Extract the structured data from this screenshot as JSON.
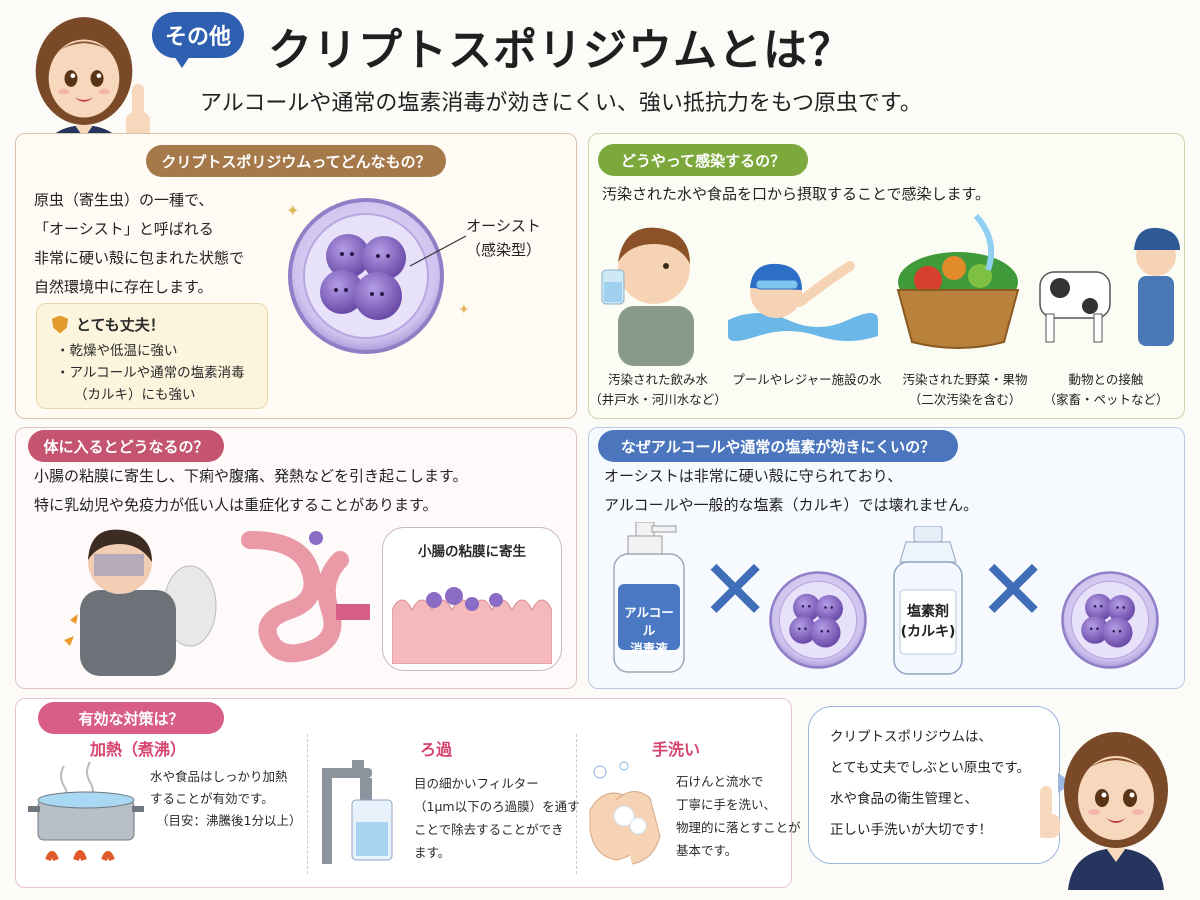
{
  "header": {
    "tag": "その他",
    "title": "クリプトスポリジウムとは？",
    "subtitle": "アルコールや通常の塩素消毒が効きにくい、強い抵抗力をもつ原虫です。"
  },
  "what": {
    "heading": "クリプトスポリジウムってどんなもの？",
    "lines": [
      "原虫（寄生虫）の一種で、",
      "「オーシスト」と呼ばれる",
      "非常に硬い殻に包まれた状態で",
      "自然環境中に存在します。"
    ],
    "oocyst_label_1": "オーシスト",
    "oocyst_label_2": "（感染型）",
    "strong_title": "とても丈夫！",
    "strong_items": [
      "・乾燥や低温に強い",
      "・アルコールや通常の塩素消毒",
      "（カルキ）にも強い"
    ]
  },
  "infection": {
    "heading": "どうやって感染するの？",
    "text": "汚染された水や食品を口から摂取することで感染します。",
    "routes": [
      {
        "line1": "汚染された飲み水",
        "line2": "（井戸水・河川水など）"
      },
      {
        "line1": "プールやレジャー施設の水",
        "line2": ""
      },
      {
        "line1": "汚染された野菜・果物",
        "line2": "（二次汚染を含む）"
      },
      {
        "line1": "動物との接触",
        "line2": "（家畜・ペットなど）"
      }
    ]
  },
  "body": {
    "heading": "体に入るとどうなるの？",
    "line1": "小腸の粘膜に寄生し、下痢や腹痛、発熱などを引き起こします。",
    "line2": "特に乳幼児や免疫力が低い人は重症化することがあります。",
    "zoom_label": "小腸の粘膜に寄生"
  },
  "why": {
    "heading": "なぜアルコールや通常の塩素が効きにくいの？",
    "line1": "オーシストは非常に硬い殻に守られており、",
    "line2": "アルコールや一般的な塩素（カルキ）では壊れません。",
    "bottle1_line1": "アルコール",
    "bottle1_line2": "消毒液",
    "bottle2_line1": "塩素剤",
    "bottle2_line2": "(カルキ)"
  },
  "measures": {
    "heading": "有効な対策は？",
    "items": [
      {
        "title": "加熱（煮沸）",
        "lines": [
          "水や食品はしっかり加熱",
          "することが有効です。",
          "（目安：沸騰後1分以上）"
        ]
      },
      {
        "title": "ろ過",
        "lines": [
          "目の細かいフィルター",
          "（1μm以下のろ過膜）を通す",
          "ことで除去することができ",
          "ます。"
        ]
      },
      {
        "title": "手洗い",
        "lines": [
          "石けんと流水で",
          "丁寧に手を洗い、",
          "物理的に落とすことが",
          "基本です。"
        ]
      }
    ]
  },
  "speech": {
    "lines": [
      "クリプトスポリジウムは、",
      "とても丈夫でしぶとい原虫です。",
      "水や食品の衛生管理と、",
      "正しい手洗いが大切です！"
    ]
  },
  "colors": {
    "tag_blue": "#2f5fb0",
    "brown": "#a6794b",
    "green": "#7ca83c",
    "pink": "#c45470",
    "blue": "#4b76bd",
    "magenta": "#d85d87",
    "oocyst_purple": "#8a6cc4",
    "cross_blue": "#3f6db8"
  }
}
